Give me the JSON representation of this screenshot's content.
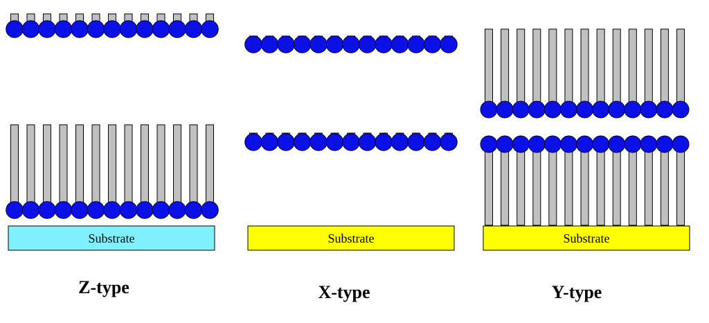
{
  "colors": {
    "tail": "#c0c0c0",
    "tail_stroke": "#000000",
    "head": "#0a10e6",
    "head_stroke": "#000040",
    "substrate_z": "#80f0ff",
    "substrate_xy": "#ffff00"
  },
  "panels": [
    {
      "id": "z",
      "type_label": "Z-type",
      "substrate_label": "Substrate",
      "substrate_color_key": "substrate_z",
      "layers": [
        {
          "order": "tails-then-heads"
        },
        {
          "order": "tails-then-heads"
        }
      ]
    },
    {
      "id": "x",
      "type_label": "X-type",
      "substrate_label": "Substrate",
      "substrate_color_key": "substrate_xy",
      "layers": [
        {
          "order": "tails-then-heads"
        },
        {
          "order": "tails-then-heads"
        }
      ]
    },
    {
      "id": "y",
      "type_label": "Y-type",
      "substrate_label": "Substrate",
      "substrate_color_key": "substrate_xy",
      "layers": [
        {
          "order": "tails-then-heads"
        },
        {
          "order": "heads-then-tails"
        }
      ]
    }
  ]
}
